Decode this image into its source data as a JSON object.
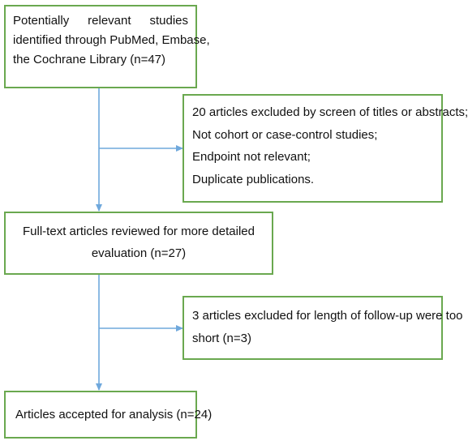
{
  "flow": {
    "identification": {
      "first_line_words": [
        "Potentially",
        "relevant",
        "studies"
      ],
      "lines": [
        "identified through PubMed, Embase,",
        "the Cochrane Library (n=47)"
      ]
    },
    "exclusion_1": {
      "lines": [
        "20 articles excluded by screen of titles or abstracts;",
        "Not cohort or case-control studies;",
        "Endpoint not relevant;",
        "Duplicate publications."
      ]
    },
    "full_text": {
      "lines": [
        "Full-text articles reviewed for more detailed",
        "evaluation (n=27)"
      ]
    },
    "exclusion_2": {
      "lines": [
        "3 articles excluded for length of follow-up were too",
        "short (n=3)"
      ]
    },
    "included": {
      "lines": [
        "Articles accepted for analysis (n=24)"
      ]
    }
  },
  "colors": {
    "box_border": "#6aa84f",
    "arrow": "#6fa8dc",
    "text": "#111111"
  }
}
